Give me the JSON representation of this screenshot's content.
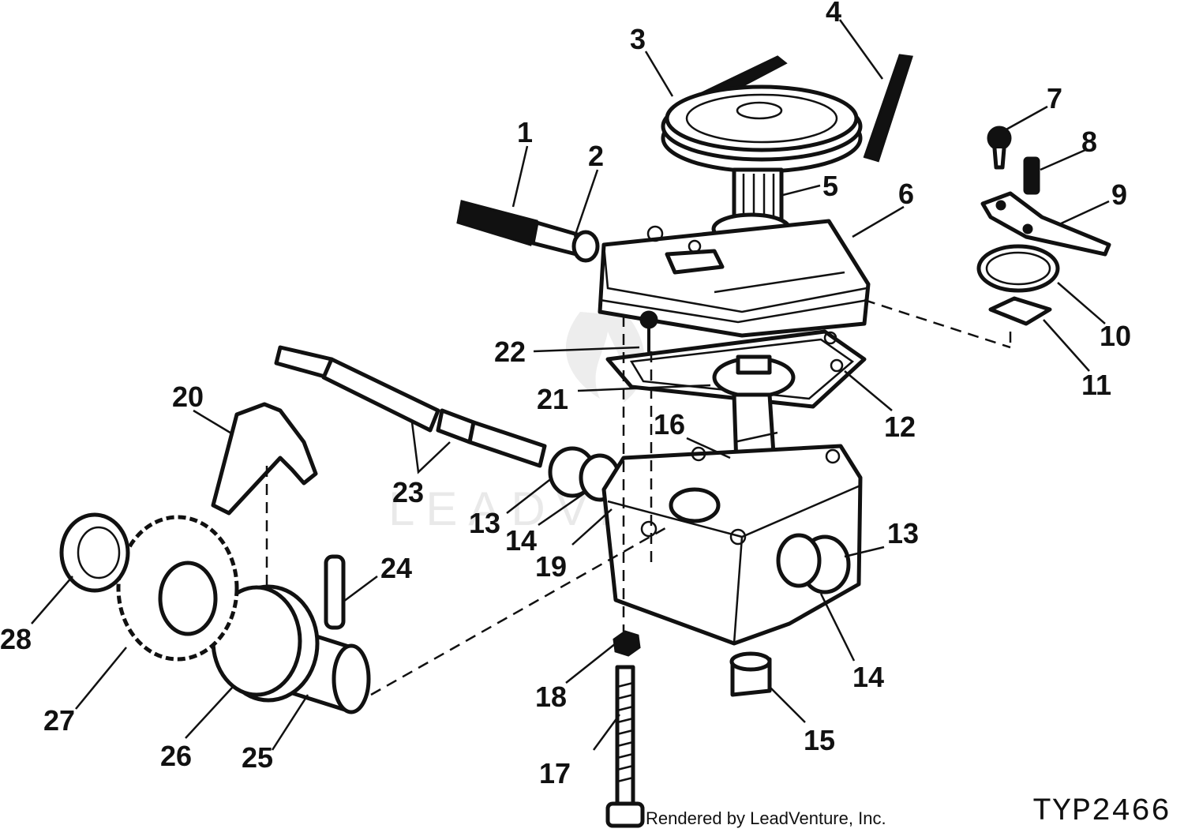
{
  "diagram": {
    "callouts": [
      "1",
      "2",
      "3",
      "4",
      "5",
      "6",
      "7",
      "8",
      "9",
      "10",
      "11",
      "12",
      "13",
      "14",
      "15",
      "16",
      "17",
      "18",
      "19",
      "20",
      "21",
      "22",
      "23",
      "24",
      "25",
      "26",
      "27",
      "28"
    ],
    "duplicate_callouts": {
      "13b": "13",
      "14b": "14"
    },
    "watermark": "LEADVENTURE",
    "figure_code": "TYP2466",
    "credit": "Rendered by LeadVenture, Inc."
  }
}
